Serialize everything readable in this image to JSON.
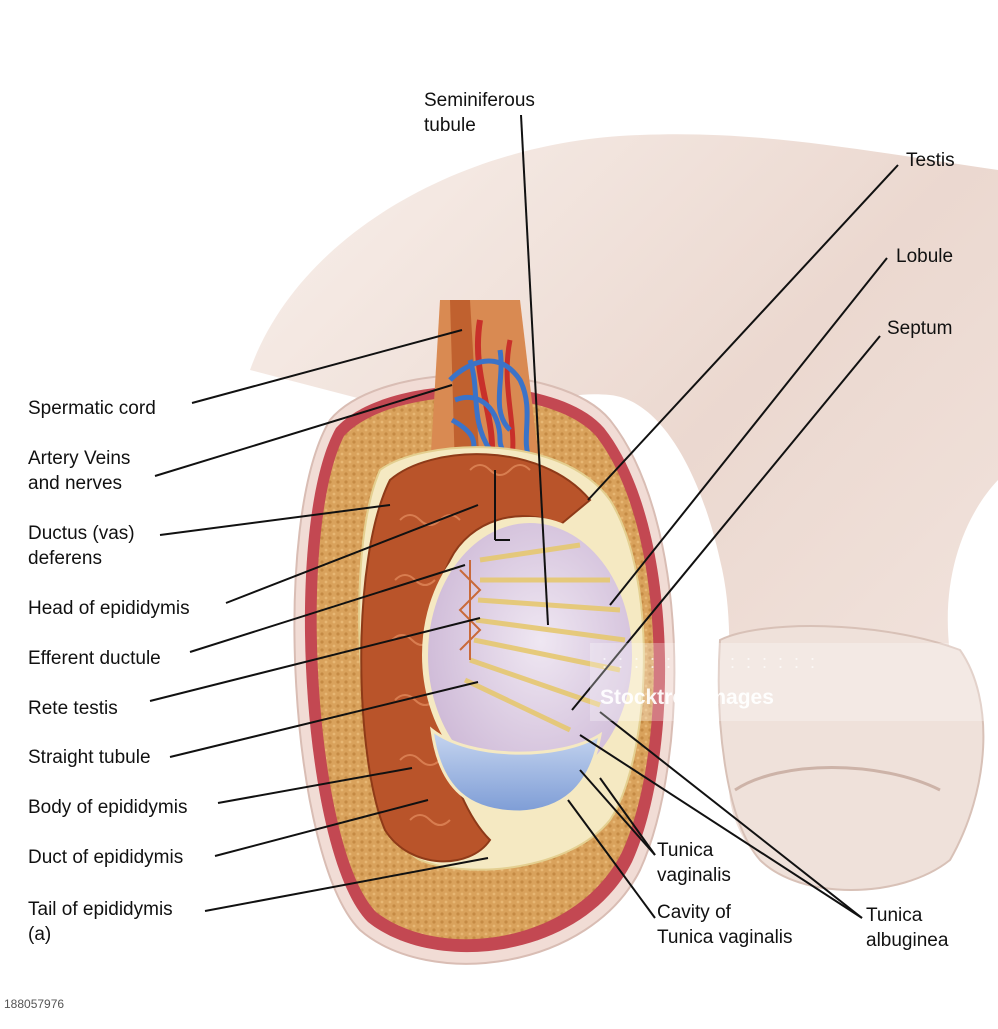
{
  "labels": {
    "seminiferous": [
      "Seminiferous",
      "tubule"
    ],
    "testis": [
      "Testis"
    ],
    "lobule": [
      "Lobule"
    ],
    "septum": [
      "Septum"
    ],
    "spermatic_cord": [
      "Spermatic cord"
    ],
    "artery": [
      "Artery Veins",
      "and nerves"
    ],
    "ductus": [
      "Ductus (vas)",
      "deferens"
    ],
    "head_epi": [
      "Head of epididymis"
    ],
    "efferent": [
      "Efferent ductule"
    ],
    "rete": [
      "Rete testis"
    ],
    "straight": [
      "Straight tubule"
    ],
    "body_epi": [
      "Body of epididymis"
    ],
    "duct_epi": [
      "Duct of epididymis"
    ],
    "tail_epi": [
      "Tail of epididymis",
      "(a)"
    ],
    "tunica_vag": [
      "Tunica",
      "vaginalis"
    ],
    "cavity": [
      "Cavity of",
      "Tunica vaginalis"
    ],
    "tunica_alb": [
      "Tunica",
      "albuginea"
    ]
  },
  "watermark": {
    "brand": "Stocktrek Images",
    "image_id": "188057976"
  },
  "colors": {
    "skin": "#f0e2dc",
    "fat": "#d9a25c",
    "epididymis": "#b9542a",
    "testis_tissue": "#e6dcec",
    "tubules": "#ead48a",
    "cavity": "#9bb6e0",
    "veins": "#3b73c8",
    "artery": "#c8302a",
    "tunica_red": "#c34852",
    "leader": "#111111"
  }
}
